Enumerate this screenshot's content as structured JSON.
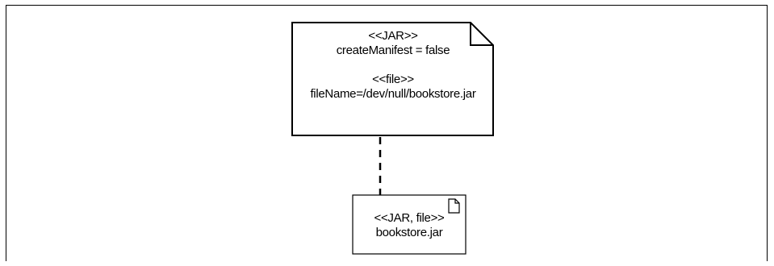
{
  "note": {
    "stereotype1": "<<JAR>>",
    "property1": "createManifest = false",
    "stereotype2": "<<file>>",
    "property2": "fileName=/dev/null/bookstore.jar"
  },
  "artifact": {
    "stereotype": "<<JAR, file>>",
    "name": "bookstore.jar",
    "icon": "document-icon"
  },
  "colors": {
    "stroke": "#000000",
    "background": "#ffffff"
  }
}
